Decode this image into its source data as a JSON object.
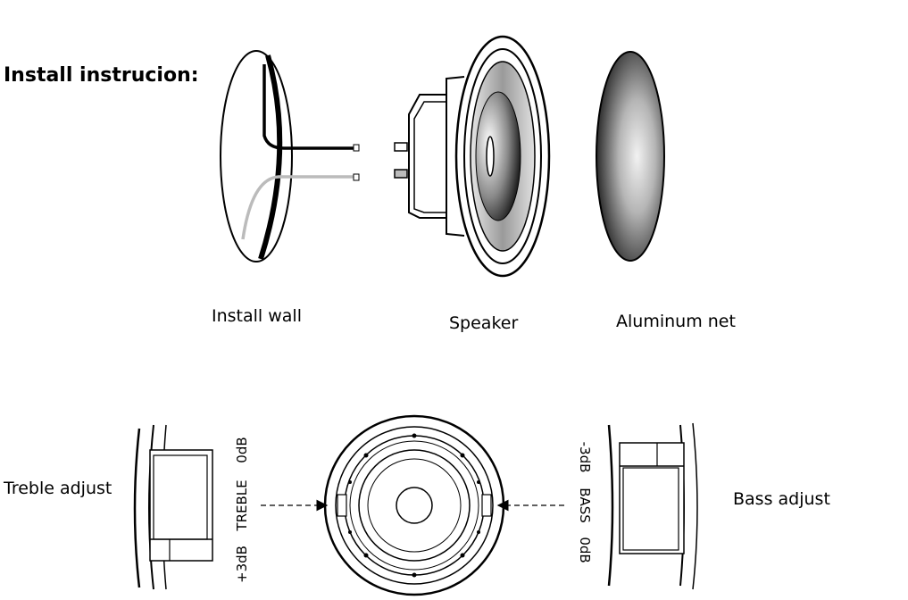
{
  "title": "Install instrucion:",
  "parts": {
    "wall": "Install wall",
    "speaker": "Speaker",
    "net": "Aluminum net"
  },
  "adjust": {
    "treble_label": "Treble adjust",
    "bass_label": "Bass adjust",
    "treble_scale": {
      "min": "+3dB",
      "name": "TREBLE",
      "max": "0dB"
    },
    "bass_scale": {
      "min": "-3dB",
      "name": "BASS",
      "max": "0dB"
    }
  }
}
